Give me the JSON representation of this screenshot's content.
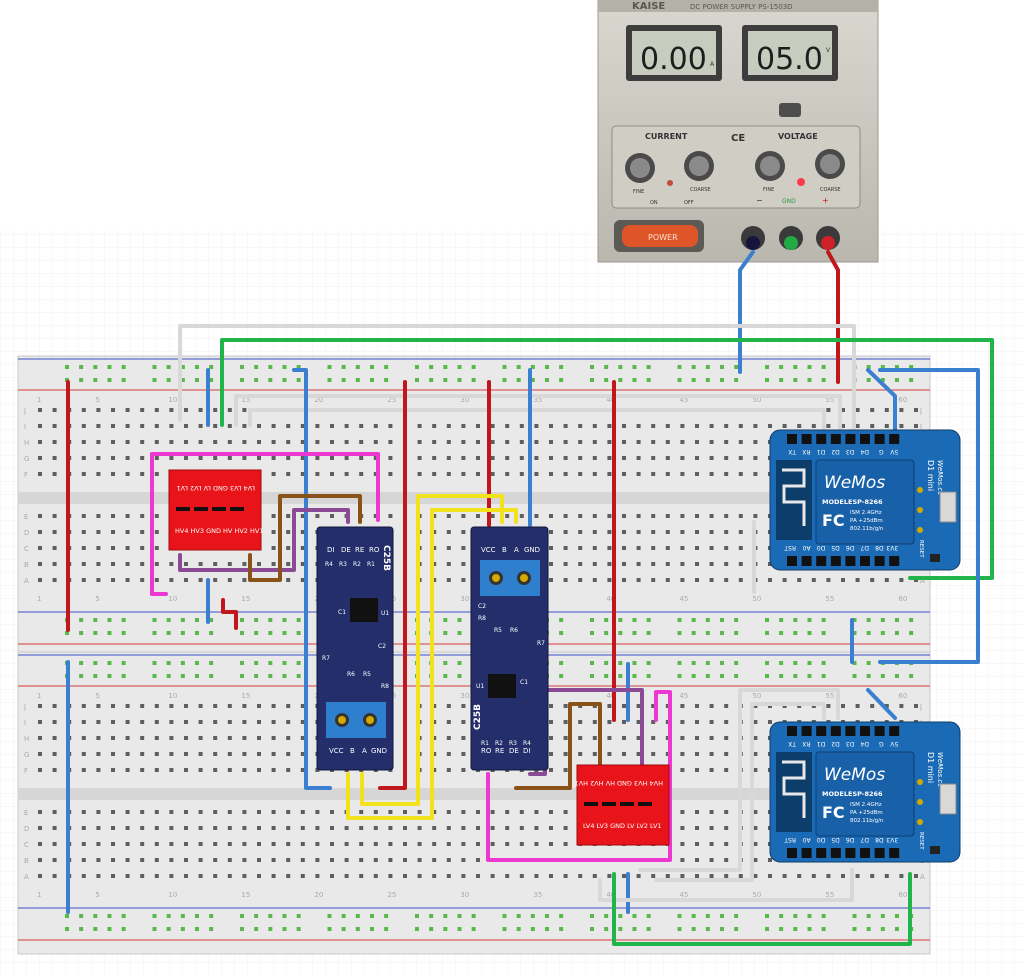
{
  "psu": {
    "brand": "KAISE",
    "model": "DC POWER SUPPLY PS-1503D",
    "current_display": "0.00",
    "current_unit": "A",
    "voltage_display": "05.0",
    "voltage_unit": "V",
    "current_group": "CURRENT",
    "voltage_group": "VOLTAGE",
    "fine": "FINE",
    "coarse": "COARSE",
    "ce_mark": "CE",
    "on_label": "ON",
    "off_label": "OFF",
    "power_button": "POWER",
    "minus": "−",
    "gnd": "GND",
    "plus": "+"
  },
  "breadboard": {
    "row_letters": [
      "J",
      "I",
      "H",
      "G",
      "F",
      "E",
      "D",
      "C",
      "B",
      "A"
    ],
    "column_numbers": [
      "1",
      "5",
      "10",
      "15",
      "20",
      "25",
      "30",
      "35",
      "40",
      "45",
      "50",
      "55",
      "60"
    ]
  },
  "level_shifter": {
    "hv_row": "HV4 HV3 GND HV HV2 HV1",
    "lv_row": "LV4 LV3 GND LV LV2 LV1"
  },
  "rs485": {
    "name": "C25B",
    "top_pins": [
      "DI",
      "DE",
      "RE",
      "RO"
    ],
    "bottom_pins": [
      "VCC",
      "B",
      "A",
      "GND"
    ],
    "components": [
      "R4",
      "R3",
      "R2",
      "R1",
      "U1",
      "C1",
      "C2",
      "R7",
      "R6",
      "R5",
      "R8"
    ]
  },
  "d1mini": {
    "title": "D1 mini",
    "site": "WeMos.cc",
    "logo": "WeMos",
    "model_label": "MODEL",
    "model": "ESP-8266",
    "ism": "ISM 2.4GHz",
    "pa": "PA +25dBm",
    "wifi": "802.11b/g/n",
    "fcc": "FC",
    "reset": "RESET",
    "top_pins": [
      "TX",
      "RX",
      "D1",
      "D2",
      "D3",
      "D4",
      "G",
      "5V"
    ],
    "bottom_pins": [
      "RST",
      "A0",
      "D0",
      "D5",
      "D6",
      "D7",
      "D8",
      "3V3"
    ]
  },
  "colors": {
    "red_wire": "#c0161c",
    "blue_wire": "#3a7fd0",
    "green_wire": "#20b44a",
    "white_wire": "#d8d8d8",
    "yellow_wire": "#f2e21c",
    "magenta_wire": "#ec37d0",
    "purple_wire": "#8a4a96",
    "brown_wire": "#8a5218",
    "module_blue": "#232e6a",
    "wemos_blue": "#1a6ab5",
    "level_shifter_red": "#e8141a"
  }
}
